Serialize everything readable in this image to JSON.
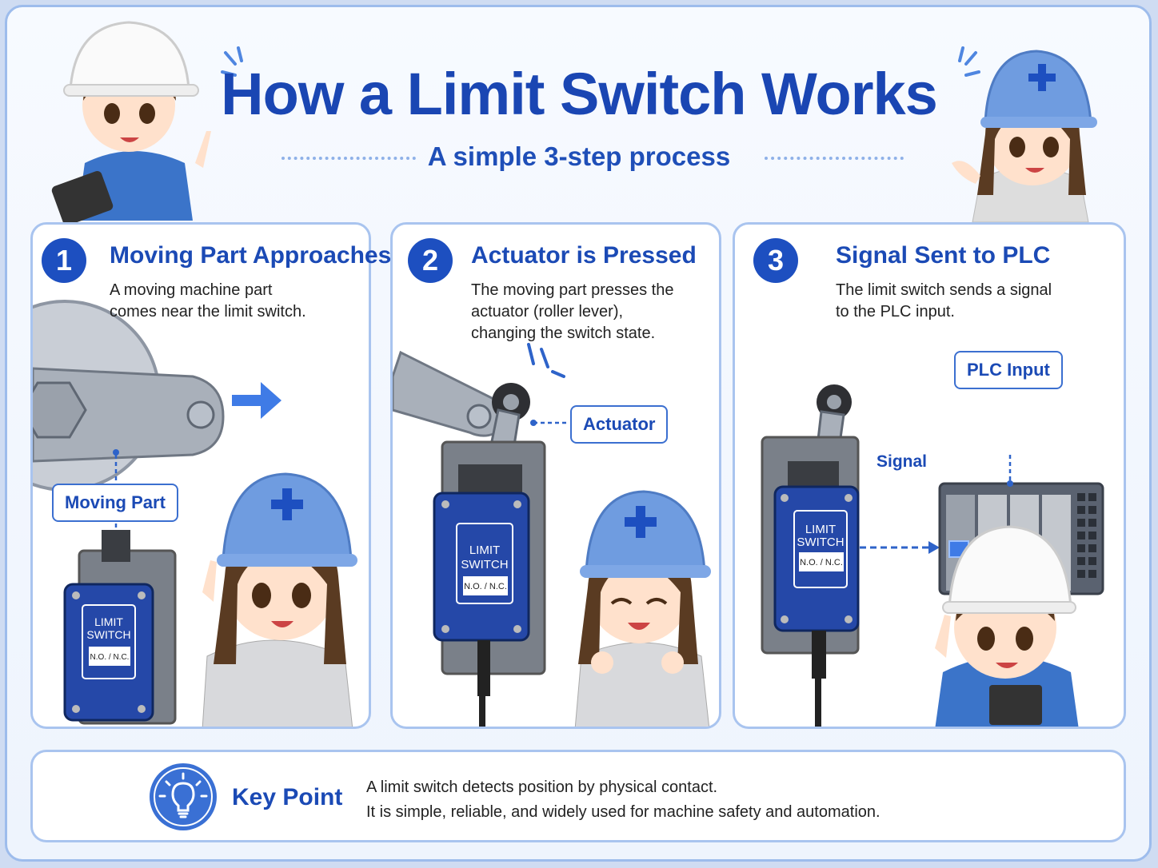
{
  "header": {
    "title": "How a Limit Switch Works",
    "subtitle": "A simple 3-step process"
  },
  "steps": [
    {
      "number": "1",
      "title": "Moving Part Approaches",
      "description_lines": [
        "A moving machine part",
        "comes near the limit switch."
      ],
      "tag": "Moving Part"
    },
    {
      "number": "2",
      "title": "Actuator is Pressed",
      "description_lines": [
        "The moving part presses the",
        "actuator (roller lever),",
        "changing the switch state."
      ],
      "tag": "Actuator"
    },
    {
      "number": "3",
      "title": "Signal Sent to PLC",
      "description_lines": [
        "The limit switch sends a signal",
        "to the PLC input."
      ],
      "tag": "PLC Input",
      "signal_label": "Signal"
    }
  ],
  "switch_label": {
    "line1": "LIMIT",
    "line2": "SWITCH",
    "contacts": "N.O. / N.C."
  },
  "key_point": {
    "label": "Key Point",
    "lines": [
      "A limit switch detects position by physical contact.",
      "It is simple, reliable, and widely used for machine safety and automation."
    ]
  },
  "colors": {
    "title_blue": "#1a46b3",
    "accent_blue": "#1d4fc0",
    "switch_blue": "#2548a8",
    "panel_border": "#a9c4ef",
    "hard_hat_blue": "#6f9ce0"
  },
  "icons": [
    "lightbulb-icon",
    "arrow-right-icon"
  ]
}
